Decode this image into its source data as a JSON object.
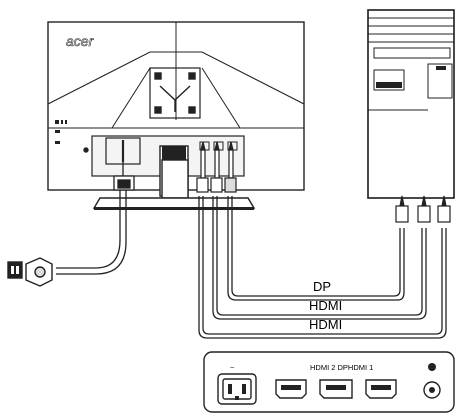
{
  "monitor": {
    "brand_logo": "acer"
  },
  "cables": {
    "dp_label": "DP",
    "hdmi_label_1": "HDMI",
    "hdmi_label_2": "HDMI"
  },
  "io_panel": {
    "ports_label": "HDMI 2 DPHDMI 1",
    "power_symbol": "~"
  },
  "icons": [
    "power-plug-icon",
    "wall-outlet-icon",
    "headphone-icon"
  ]
}
